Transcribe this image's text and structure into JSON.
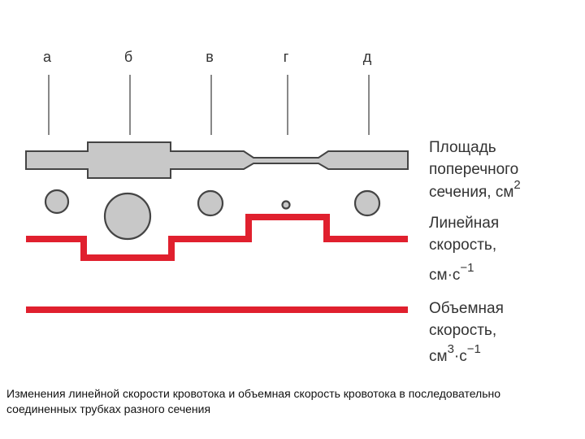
{
  "segments": [
    "а",
    "б",
    "в",
    "г",
    "д"
  ],
  "labels": {
    "area_line1": "Площадь",
    "area_line2": "поперечного",
    "area_line3": "сечения, см",
    "area_sup": "2",
    "linear_line1": "Линейная",
    "linear_line2": "скорость,",
    "linear_line3a": "см",
    "linear_line3b": "·с",
    "linear_sup": "−1",
    "volume_line1": "Объемная",
    "volume_line2": "скорость,",
    "volume_line3a": "см",
    "volume_sup1": "3",
    "volume_line3b": "·с",
    "volume_sup2": "−1"
  },
  "caption": "Изменения линейной скорости кровотока и объемная скорость кровотока в последовательно соединенных трубках разного сечения",
  "colors": {
    "red": "#e0202e",
    "gray": "#c8c8c8",
    "outline": "#444444"
  }
}
